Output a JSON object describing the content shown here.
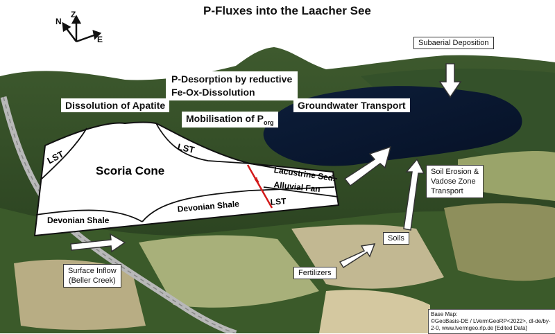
{
  "title": "P-Fluxes into the Laacher See",
  "compass": {
    "n": "N",
    "z": "Z",
    "e": "E"
  },
  "cross_section": {
    "scoria_cone": "Scoria Cone",
    "lst_left": "LST",
    "lst_right": "LST",
    "lst_bottom": "LST",
    "devonian_shale_left": "Devonian Shale",
    "devonian_shale_right": "Devonian Shale",
    "lacustrine_sed": "Lacustrine Sed.",
    "alluvial_fan": "Alluvial Fan"
  },
  "processes": {
    "dissolution_apatite": "Dissolution of Apatite",
    "p_desorption_line1": "P-Desorption by reductive",
    "p_desorption_line2": "Fe-Ox-Dissolution",
    "mobilisation": "Mobilisation of P",
    "mobilisation_sub": "org",
    "groundwater": "Groundwater Transport",
    "subaerial": "Subaerial Deposition",
    "soil_erosion_line1": "Soil Erosion &",
    "soil_erosion_line2": "Vadose Zone",
    "soil_erosion_line3": "Transport",
    "soils": "Soils",
    "fertilizers": "Fertilizers",
    "surface_inflow_line1": "Surface Inflow",
    "surface_inflow_line2": "(Beller Creek)"
  },
  "credit": {
    "line1": "Base Map:",
    "line2": "©GeoBasis-DE / LVermGeoRP<2022>, dl-de/by-2-0, www.lvermgeo.rlp.de [Edited Data]"
  },
  "colors": {
    "sky": "#ffffff",
    "lake": "#0b1a33",
    "forest": "#2f4a24",
    "field": "#b9b08a",
    "fault": "#d31a1a"
  }
}
